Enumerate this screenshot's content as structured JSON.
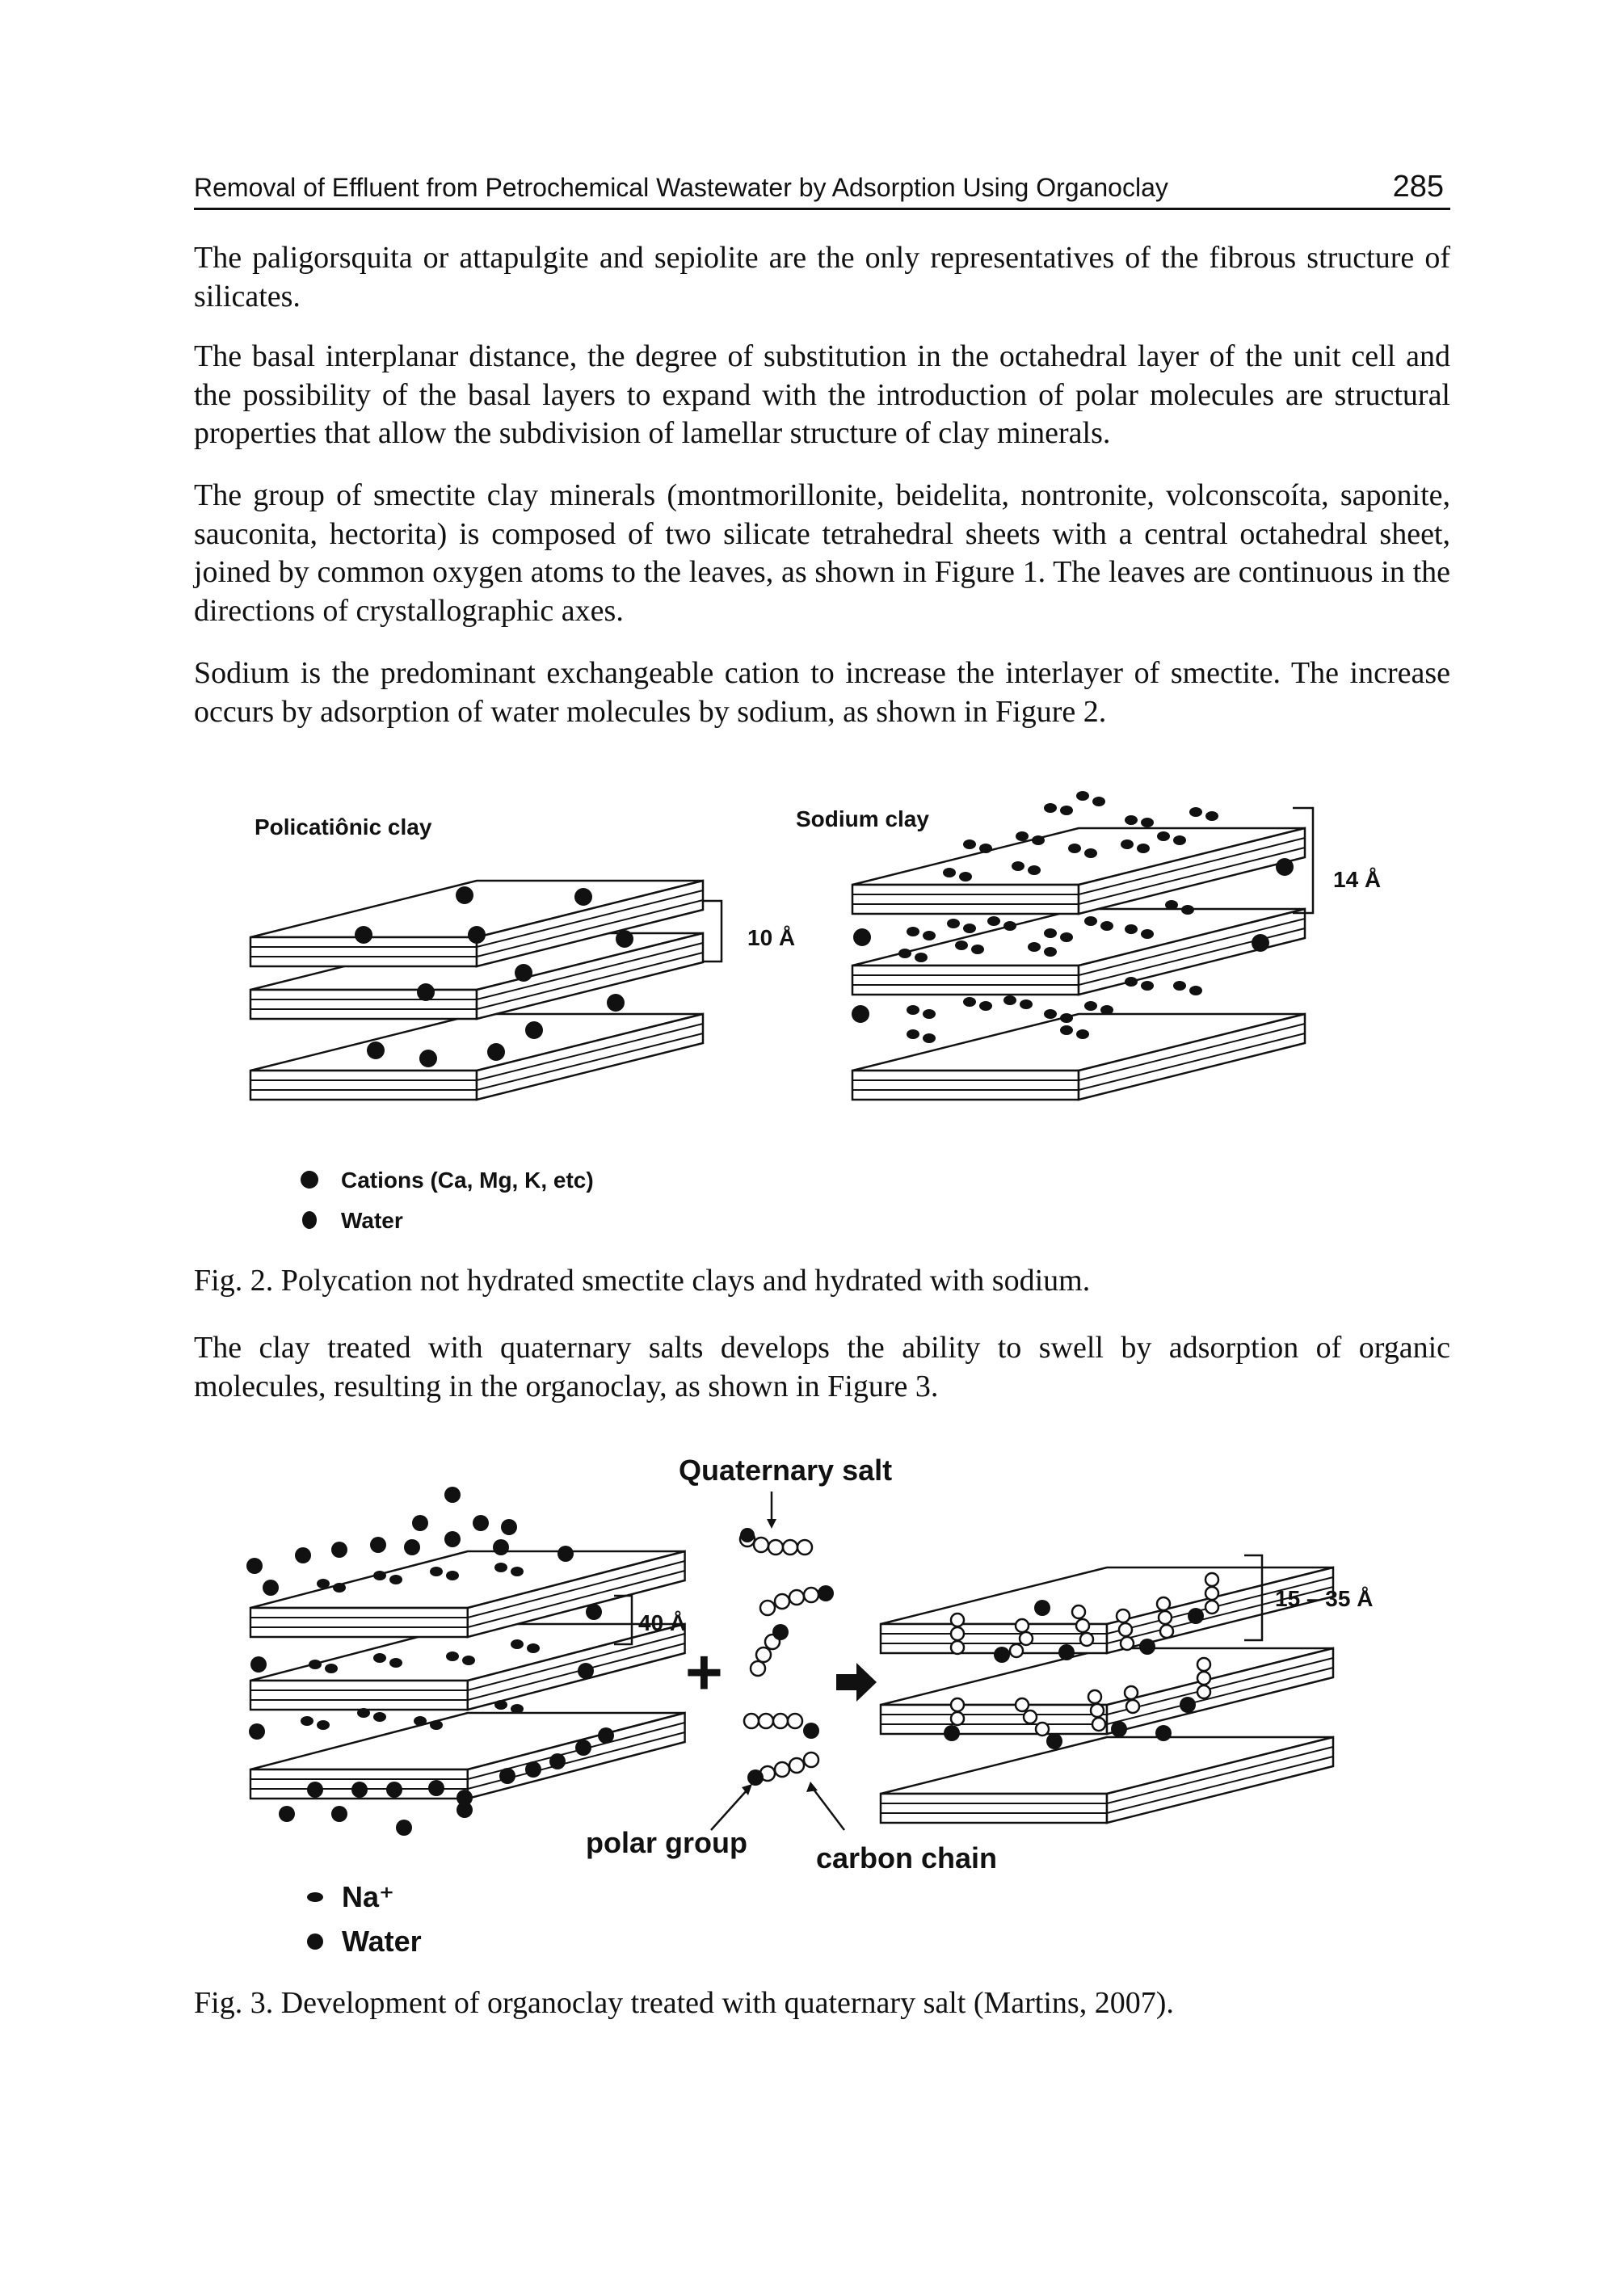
{
  "header": {
    "running_title": "Removal of Effluent from Petrochemical Wastewater by Adsorption Using Organoclay",
    "page_number": "285"
  },
  "paragraphs": [
    "The paligorsquita or attapulgite and sepiolite are the only representatives of the fibrous structure of silicates.",
    "The basal interplanar distance, the degree of substitution in the octahedral layer of the unit cell and the possibility of the basal layers to expand with the introduction of polar molecules are structural properties that allow the subdivision of lamellar structure of clay minerals.",
    "The group of smectite clay minerals (montmorillonite, beidelita, nontronite, volconscoíta, saponite, sauconita, hectorita) is composed of two silicate tetrahedral sheets with a central octahedral sheet, joined by common oxygen atoms to the leaves, as shown in Figure 1. The leaves are continuous in the directions of crystallographic axes.",
    "Sodium is the predominant exchangeable cation to increase the interlayer of smectite. The increase occurs by adsorption of water molecules by sodium, as shown in Figure 2.",
    "The clay treated with quaternary salts develops the ability to swell by adsorption of organic molecules, resulting in the organoclay, as shown in Figure 3."
  ],
  "figure2": {
    "left_label": "Policatiônic clay",
    "right_label": "Sodium clay",
    "left_spacing": "10 Å",
    "right_spacing": "14 Å",
    "legend": [
      "Cations (Ca, Mg, K, etc)",
      "Water"
    ],
    "caption": "Fig. 2. Polycation not hydrated smectite clays and hydrated with sodium."
  },
  "figure3": {
    "title": "Quaternary salt",
    "left_spacing": "40 Å",
    "right_spacing": "15 – 35 Å",
    "plus": "+",
    "polar_group_label": "polar group",
    "carbon_chain_label": "carbon chain",
    "legend": [
      "Na⁺",
      "Water"
    ],
    "caption": "Fig. 3. Development of organoclay treated with quaternary salt (Martins, 2007)."
  }
}
